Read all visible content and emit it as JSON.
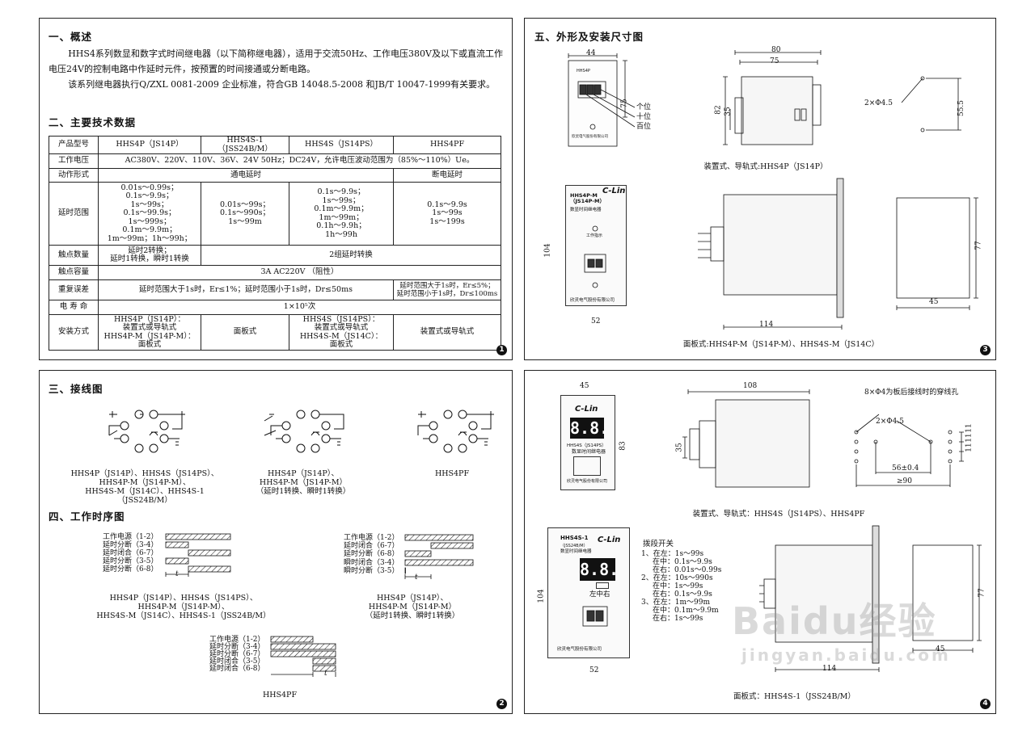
{
  "panel1": {
    "number": "1",
    "sec1_title": "一、概述",
    "sec1_p1": "HHS4系列数显和数字式时间继电器（以下简称继电器），适用于交流50Hz、工作电压380V及以下或直流工作电压24V的控制电路中作延时元件，按预置的时间接通或分断电路。",
    "sec1_p2": "该系列继电器执行Q/ZXL 0081-2009 企业标准，符合GB 14048.5-2008 和JB/T 10047-1999有关要求。",
    "sec2_title": "二、主要技术数据",
    "table": {
      "r1": [
        "产品型号",
        "HHS4P（JS14P）",
        "HHS4S-1（JSS24B/M）",
        "HHS4S（JS14PS）",
        "HHS4PF"
      ],
      "r2": [
        "工作电压",
        "AC380V、220V、110V、36V、24V 50Hz；DC24V，允许电压波动范围为（85%～110%）Ue。"
      ],
      "r3": [
        "动作形式",
        "通电延时",
        "断电延时"
      ],
      "r4": [
        "延时范围",
        "0.01s～0.99s；\n0.1s～9.9s；\n1s～99s；\n0.1s～99.9s；\n1s～999s；\n0.1m～9.9m；\n1m～99m；1h～99h；",
        "0.01s～99s；\n0.1s～990s；\n1s～99m",
        "0.1s～9.9s；\n1s～99s；\n0.1m～9.9m；\n1m～99m；\n0.1h～9.9h；\n1h～99h",
        "0.1s～9.9s\n1s～99s\n1s～199s"
      ],
      "r5": [
        "触点数量",
        "延时2转换；\n延时1转换，瞬时1转换",
        "2组延时转换"
      ],
      "r6": [
        "触点容量",
        "3A AC220V （阻性）"
      ],
      "r7": [
        "重复误差",
        "延时范围大于1s时，Er≤1%；延时范围小于1s时，Dr≤50ms",
        "延时范围大于1s时，Er≤5%；\n延时范围小于1s时，Dr≤100ms"
      ],
      "r8": [
        "电 寿 命",
        "1×10⁵次"
      ],
      "r9": [
        "安装方式",
        "HHS4P（JS14P）：\n装置式或导轨式\nHHS4P-M（JS14P-M）：\n面板式",
        "面板式",
        "HHS4S（JS14PS）：\n装置式或导轨式\nHHS4S-M（JS14C）：\n面板式",
        "装置式或导轨式"
      ]
    }
  },
  "panel2": {
    "number": "2",
    "sec3_title": "三、接线图",
    "wiring_cap1": "HHS4P（JS14P）、HHS4S（JS14PS）、\nHHS4P-M（JS14P-M）、\nHHS4S-M（JS14C）、HHS4S-1（JSS24B/M）",
    "wiring_cap2": "HHS4P（JS14P）、\nHHS4P-M（JS14P-M）\n（延时1转换、瞬时1转换）",
    "wiring_cap3": "HHS4PF",
    "sec4_title": "四、工作时序图",
    "timing1_labels": [
      "工作电源（1-2）",
      "延时分断（3-4）",
      "延时闭合（6-7）",
      "延时分断（3-5）",
      "延时分断（6-8）"
    ],
    "timing2_labels": [
      "工作电源（1-2）",
      "延时闭合（6-7）",
      "延时分断（6-8）",
      "瞬时闭合（3-4）",
      "瞬时分断（3-5）"
    ],
    "timing3_labels": [
      "工作电源（1-2）",
      "延时分断（3-4）",
      "延时分断（6-7）",
      "延时闭合（3-5）",
      "延时闭合（6-8）"
    ],
    "timing_cap1": "HHS4P（JS14P）、HHS4S（JS14PS）、\nHHS4P-M（JS14P-M）、\nHHS4S-M（JS14C）、HHS4S-1（JSS24B/M）",
    "timing_cap2": "HHS4P（JS14P）、\nHHS4P-M（JS14P-M）\n（延时1转换、瞬时1转换）",
    "timing_cap3": "HHS4PF",
    "t": "t"
  },
  "panel3": {
    "number": "3",
    "sec5_title": "五、外形及安装尺寸图",
    "dims": {
      "d44": "44",
      "d75a": "75",
      "d80": "80",
      "d75b": "75",
      "d82": "82",
      "d35": "35",
      "d55_5": "55.5",
      "hole": "2×Φ4.5",
      "d104": "104",
      "d52": "52",
      "d114": "114",
      "d77": "77",
      "d45": "45"
    },
    "digits": [
      "个位",
      "十位",
      "百位"
    ],
    "cap_top": "装置式、导轨式:HHS4P（JS14P）",
    "cap_bottom": "面板式:HHS4P-M（JS14P-M）、HHS4S-M（JS14C）",
    "device_model": "HHS4P-M\n（JS14P-M）",
    "device_desc": "数显时间继电器",
    "device_lamp": "工作指示",
    "device_maker": "欣灵电气股份有限公司",
    "device_small_model": "HHS4P",
    "brand": "C-Lin"
  },
  "panel4": {
    "number": "4",
    "dims": {
      "d45": "45",
      "d83": "83",
      "d108": "108",
      "d35": "35",
      "hole": "2×Φ4.5",
      "holes8": "8×Φ4为板后接线时的穿线孔",
      "d56": "56±0.4",
      "d90": "≥90",
      "d11a": "11",
      "d11b": "11",
      "d11c": "11",
      "d104": "104",
      "d52": "52",
      "d77": "77",
      "d45b": "45",
      "d114": "114"
    },
    "cap_top": "装置式、导轨式：HHS4S（JS14PS）、HHS4PF",
    "cap_bottom": "面板式：HHS4S-1（JSS24B/M）",
    "device_a_model": "HHS4S（JS14PS）",
    "device_a_desc": "数显时间继电器",
    "device_b_model": "HHS4S-1",
    "device_b_sub": "（JSS24B/M）",
    "device_b_desc": "数显时间继电器",
    "maker": "欣灵电气股份有限公司",
    "display": "8.8.",
    "brand": "C-Lin",
    "switch_pos": "左中右",
    "dip_title": "拨段开关",
    "dip_lines": [
      "1、在左：1s～99s",
      "在中：0.1s～9.9s",
      "在右：0.01s～0.99s",
      "2、在左：10s～990s",
      "在中：1s～99s",
      "在右：0.1s～9.9s",
      "3、在左：1m～99m",
      "在中：0.1m～9.9m",
      "在右：1s～99s"
    ],
    "watermark1": "Baidu经验",
    "watermark2": "jingyan.baidu.com"
  }
}
